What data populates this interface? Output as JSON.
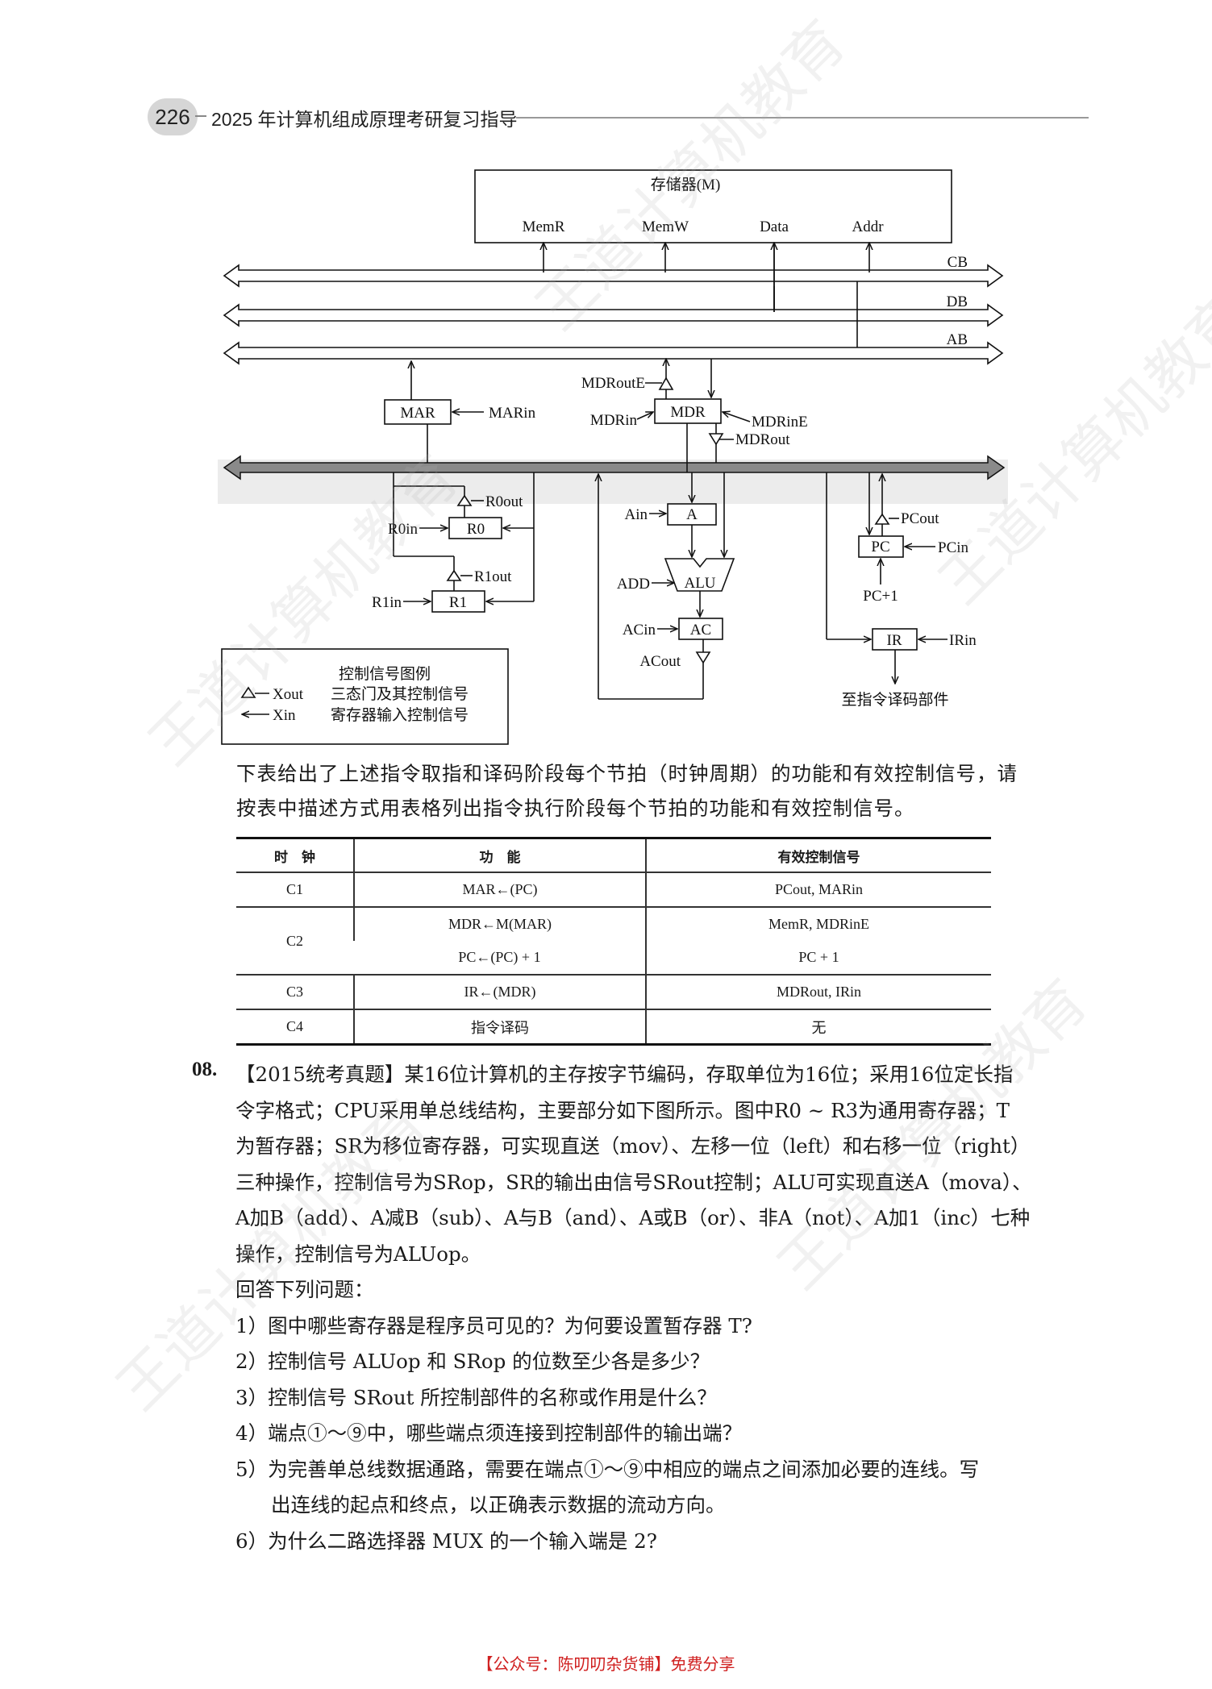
{
  "header": {
    "page_number": "226",
    "book_title": "2025 年计算机组成原理考研复习指导"
  },
  "diagram": {
    "memory_title": "存储器(M)",
    "mem_signals": [
      "MemR",
      "MemW",
      "Data",
      "Addr"
    ],
    "bus_labels": [
      "CB",
      "DB",
      "AB"
    ],
    "mar": "MAR",
    "mar_in": "MARin",
    "mdr": "MDR",
    "mdr_out_e": "MDRoutE",
    "mdr_in": "MDRin",
    "mdr_in_e": "MDRinE",
    "mdr_out": "MDRout",
    "r0": "R0",
    "r0_out": "R0out",
    "r0_in": "R0in",
    "r1": "R1",
    "r1_out": "R1out",
    "r1_in": "R1in",
    "a": "A",
    "a_in": "Ain",
    "alu": "ALU",
    "add": "ADD",
    "ac": "AC",
    "ac_in": "ACin",
    "ac_out": "ACout",
    "pc": "PC",
    "pc_out": "PCout",
    "pc_in": "PCin",
    "pc_plus": "PC+1",
    "ir": "IR",
    "ir_in": "IRin",
    "ir_dest": "至指令译码部件",
    "legend_title": "控制信号图例",
    "legend_xout": "Xout",
    "legend_xout_desc": "三态门及其控制信号",
    "legend_xin": "Xin",
    "legend_xin_desc": "寄存器输入控制信号"
  },
  "intro": {
    "line1": "下表给出了上述指令取指和译码阶段每个节拍（时钟周期）的功能和有效控制信号，请",
    "line2": "按表中描述方式用表格列出指令执行阶段每个节拍的功能和有效控制信号。"
  },
  "table": {
    "headers": [
      "时　钟",
      "功　能",
      "有效控制信号"
    ],
    "rows": [
      {
        "clock": "C1",
        "functions": [
          "MAR←(PC)"
        ],
        "signals": [
          "PCout, MARin"
        ]
      },
      {
        "clock": "C2",
        "functions": [
          "MDR←M(MAR)",
          "PC←(PC) + 1"
        ],
        "signals": [
          "MemR, MDRinE",
          "PC + 1"
        ]
      },
      {
        "clock": "C3",
        "functions": [
          "IR←(MDR)"
        ],
        "signals": [
          "MDRout, IRin"
        ]
      },
      {
        "clock": "C4",
        "functions": [
          "指令译码"
        ],
        "signals": [
          "无"
        ]
      }
    ]
  },
  "question": {
    "number": "08.",
    "lines": [
      "【2015统考真题】某16位计算机的主存按字节编码，存取单位为16位；采用16位定长指",
      "令字格式；CPU采用单总线结构，主要部分如下图所示。图中R0 ~ R3为通用寄存器；T",
      "为暂存器；SR为移位寄存器，可实现直送（mov）、左移一位（left）和右移一位（right）",
      "三种操作，控制信号为SRop，SR的输出由信号SRout控制；ALU可实现直送A（mova）、",
      "A加B（add）、A减B（sub）、A与B（and）、A或B（or）、非A（not）、A加1（inc）七种",
      "操作，控制信号为ALUop。"
    ],
    "prompt": "回答下列问题：",
    "items": [
      "1）图中哪些寄存器是程序员可见的？为何要设置暂存器 T?",
      "2）控制信号 ALUop 和 SRop 的位数至少各是多少？",
      "3）控制信号 SRout 所控制部件的名称或作用是什么？",
      "4）端点①～⑨中，哪些端点须连接到控制部件的输出端？",
      "5）为完善单总线数据通路，需要在端点①～⑨中相应的端点之间添加必要的连线。写",
      "出连线的起点和终点，以正确表示数据的流动方向。",
      "6）为什么二路选择器 MUX 的一个输入端是 2?"
    ]
  },
  "footer": "【公众号：陈叨叨杂货铺】免费分享",
  "watermark": "王道计算机教育"
}
